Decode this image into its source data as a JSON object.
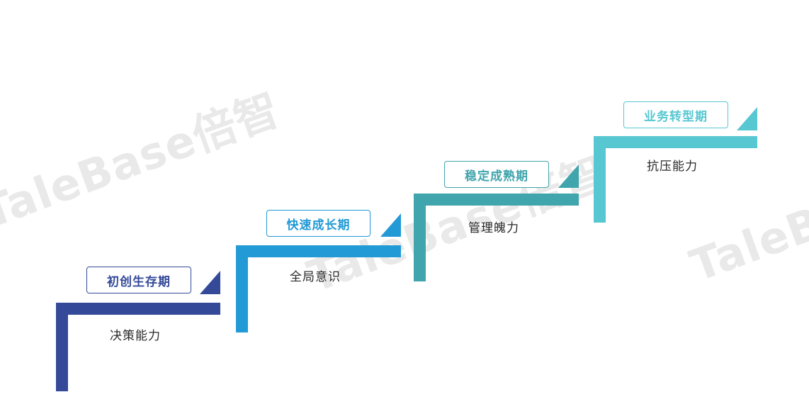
{
  "watermark_text": "TaleBase倍智",
  "stages": [
    {
      "label": "初创生存期",
      "skill": "决策能力",
      "color": "#344a99"
    },
    {
      "label": "快速成长期",
      "skill": "全局意识",
      "color": "#229ad6"
    },
    {
      "label": "稳定成熟期",
      "skill": "管理魄力",
      "color": "#41a5ad"
    },
    {
      "label": "业务转型期",
      "skill": "抗压能力",
      "color": "#57c7d1"
    }
  ]
}
